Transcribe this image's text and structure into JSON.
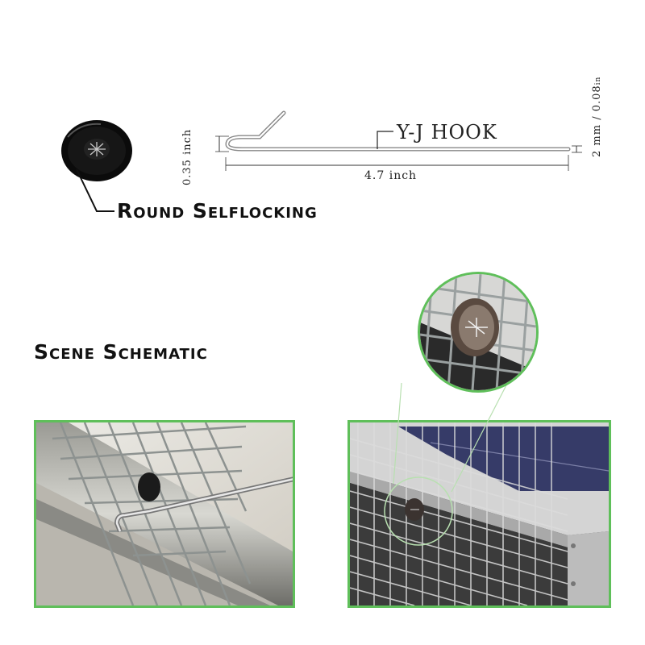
{
  "labels": {
    "round_selflocking": "Round Selflocking",
    "hook_name": "Y-J HOOK",
    "hook_length": "4.7 inch",
    "hook_height": "0.35 inch",
    "wire_thickness_mm": "2 mm / 0.08",
    "wire_thickness_in": "in",
    "scene_schematic": "Scene Schematic"
  },
  "colors": {
    "photo_border": "#5fbf5a",
    "callout_line": "#b8e0b0",
    "washer": "#0b0b0b",
    "solar_panel": "#3a3f6e",
    "frame": "#c9c9c9"
  },
  "icons": {
    "washer": "round-washer-icon",
    "hook": "wire-hook-icon"
  }
}
